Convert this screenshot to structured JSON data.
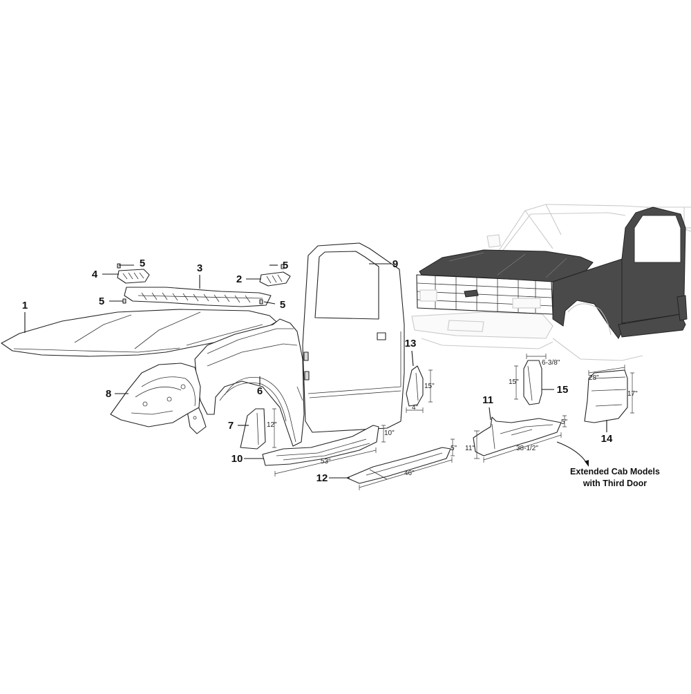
{
  "part_numbers": [
    "1",
    "2",
    "3",
    "4",
    "5",
    "5",
    "5",
    "5",
    "6",
    "7",
    "8",
    "9",
    "10",
    "11",
    "12",
    "13",
    "14",
    "15"
  ],
  "dimensions": [
    "15\"",
    "4\"",
    "12\"",
    "10\"",
    "53\"",
    "5\"",
    "46\"",
    "6-3/8\"",
    "15\"",
    "11\"",
    "38-1/2\"",
    "5\"",
    "28\"",
    "17\""
  ],
  "note": {
    "line1": "Extended Cab Models",
    "line2": "with Third Door"
  },
  "colors": {
    "line": "#222222",
    "ghost": "#c9c9c9",
    "panel_fill": "#d9d9d9",
    "dark_fill": "#4a4a4a"
  }
}
